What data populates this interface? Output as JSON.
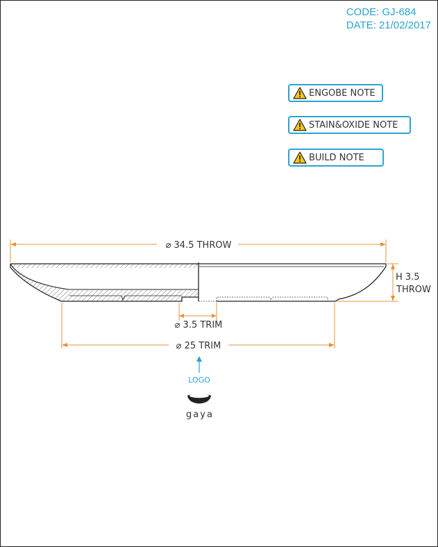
{
  "header": {
    "code": "CODE: GJ-684",
    "date": "DATE: 21/02/2017"
  },
  "notes": [
    {
      "label": "ENGOBE NOTE",
      "icon": "warning-icon"
    },
    {
      "label": "STAIN&OXIDE NOTE",
      "icon": "warning-icon"
    },
    {
      "label": "BUILD NOTE",
      "icon": "warning-icon"
    }
  ],
  "dimensions": {
    "throw_diameter": "⌀ 34.5 THROW",
    "height_line1": "H 3.5",
    "height_line2": "THROW",
    "trim_small": "⌀ 3.5 TRIM",
    "trim_large": "⌀ 25 TRIM"
  },
  "logo": {
    "label": "LOGO",
    "brand": "gaya",
    "icon": "bowl-logo-icon"
  },
  "colors": {
    "dimension_lines": "#e8903a",
    "accent": "#29a3d4",
    "outline": "#222222"
  }
}
